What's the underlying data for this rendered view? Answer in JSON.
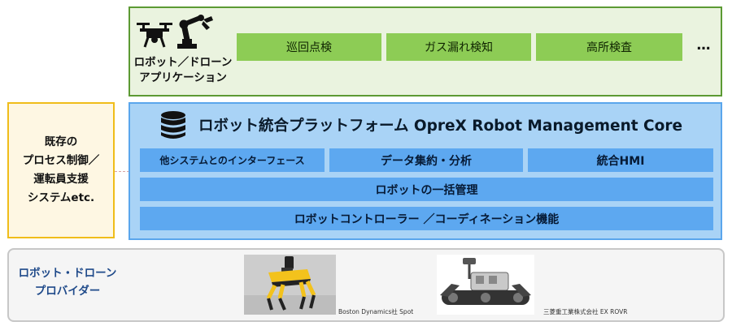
{
  "applications": {
    "label_line1": "ロボット／ドローン",
    "label_line2": "アプリケーション",
    "items": [
      "巡回点検",
      "ガス漏れ検知",
      "高所検査"
    ],
    "more": "…"
  },
  "existing_systems": {
    "lines": [
      "既存の",
      "プロセス制御／",
      "運転員支援",
      "システムetc."
    ]
  },
  "platform": {
    "title": "ロボット統合プラットフォーム OpreX Robot Management Core",
    "modules": {
      "interface": "他システムとのインターフェース",
      "analytics": "データ集約・分析",
      "hmi": "統合HMI",
      "management": "ロボットの一括管理",
      "controller": "ロボットコントローラー ／コーディネーション機能"
    }
  },
  "providers": {
    "label_line1": "ロボット・ドローン",
    "label_line2": "プロバイダー",
    "spot_caption": "Boston Dynamics社 Spot",
    "exrovr_caption": "三菱重工業株式会社 EX ROVR"
  },
  "colors": {
    "app_green": "#8dcc55",
    "app_border": "#5c9a33",
    "platform_blue": "#a9d3f6",
    "module_blue": "#5da8f0",
    "existing_border": "#f0bd1a",
    "spot_yellow": "#f3c21c"
  },
  "icons": [
    "drone-icon",
    "robot-arm-icon",
    "database-icon"
  ]
}
